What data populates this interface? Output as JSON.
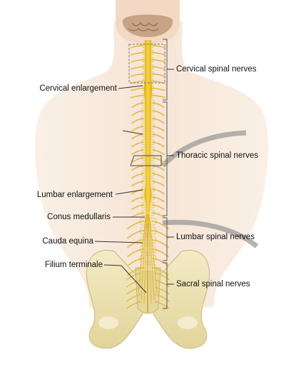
{
  "labels": {
    "cervical_spinal_nerves": "Cervical spinal nerves",
    "cervical_enlargement": "Cervical enlargement",
    "thoracic_spinal_nerves": "Thoracic spinal nerves",
    "lumbar_enlargement": "Lumbar enlargement",
    "conus_medullaris": "Conus medullaris",
    "lumbar_spinal_nerves": "Lumbar spinal nerves",
    "cauda_equina": "Cauda equina",
    "filium_terminale": "Filium terminale",
    "sacral_spinal_nerves": "Sacral spinal nerves"
  },
  "colors": {
    "skin": "#f6e3d2",
    "spinal_cord": "#f2c21a",
    "nerve": "#e9c14a",
    "bone": "#ede1ae",
    "brain": "#c9a98a",
    "leader_line": "#333333"
  }
}
